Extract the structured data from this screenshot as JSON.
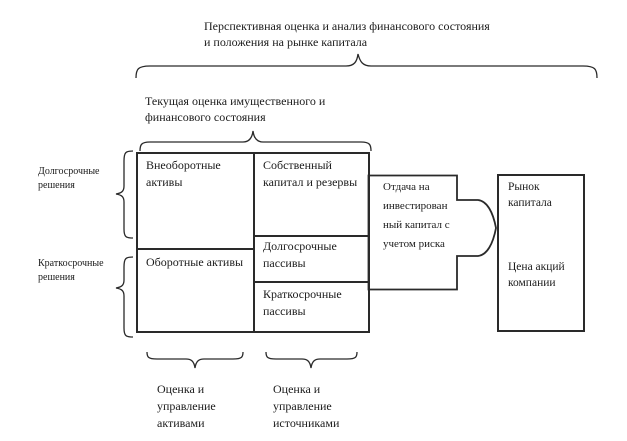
{
  "prospective_heading": {
    "lines": [
      "Перспективная оценка и анализ финансового состояния",
      "и положения на рынке капитала"
    ]
  },
  "current_heading": {
    "lines": [
      "Текущая оценка имущественного и",
      "финансового состояния"
    ]
  },
  "decision_labels": {
    "long_term": {
      "lines": [
        "Долгосрочные",
        "решения"
      ]
    },
    "short_term": {
      "lines": [
        "Краткосрочные",
        "решения"
      ]
    }
  },
  "balance_table": {
    "non_current_assets": "Внеоборотные активы",
    "current_assets": "Оборотные активы",
    "equity": "Собственный капитал и резервы",
    "long_term_liabilities": "Долгосрочные пассивы",
    "short_term_liabilities": "Краткосрочные пассивы"
  },
  "return_block": {
    "lines": [
      "Отдача на",
      "инвестирован",
      "ный капитал с",
      "учетом риска"
    ]
  },
  "capital_market_box": {
    "top": "Рынок капитала",
    "bottom": "Цена акций компании"
  },
  "bottom_labels": {
    "assets": {
      "lines": [
        "Оценка и",
        "управление",
        "активами"
      ]
    },
    "sources": {
      "lines": [
        "Оценка и",
        "управление",
        "источниками"
      ]
    }
  },
  "colors": {
    "line": "#2a2a2a",
    "text": "#1b1b1b",
    "background": "#ffffff"
  }
}
